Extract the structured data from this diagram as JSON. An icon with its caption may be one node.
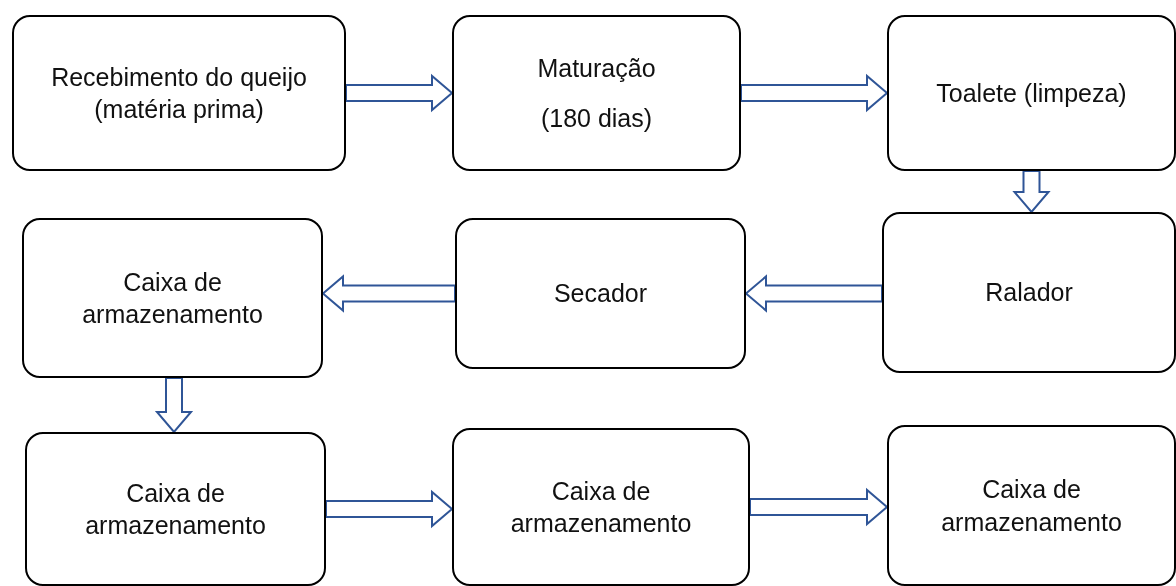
{
  "diagram": {
    "nodes": [
      {
        "text": [
          "Recebimento do queijo (matéria prima)"
        ]
      },
      {
        "text": [
          "Maturação",
          "(180 dias)"
        ]
      },
      {
        "text": [
          "Toalete (limpeza)"
        ]
      },
      {
        "text": [
          "Caixa de armazenamento"
        ]
      },
      {
        "text": [
          "Secador"
        ]
      },
      {
        "text": [
          "Ralador"
        ]
      },
      {
        "text": [
          "Caixa de armazenamento"
        ]
      },
      {
        "text": [
          "Caixa de armazenamento"
        ]
      },
      {
        "text": [
          "Caixa de armazenamento"
        ]
      }
    ],
    "edges": [
      {
        "from": 0,
        "to": 1,
        "arrow": "to"
      },
      {
        "from": 1,
        "to": 2,
        "arrow": "to"
      },
      {
        "from": 2,
        "to": 5,
        "arrow": "to"
      },
      {
        "from": 5,
        "to": 4,
        "arrow": "to"
      },
      {
        "from": 4,
        "to": 3,
        "arrow": "to"
      },
      {
        "from": 3,
        "to": 6,
        "arrow": "to"
      },
      {
        "from": 6,
        "to": 7,
        "arrow": "to"
      },
      {
        "from": 7,
        "to": 8,
        "arrow": "to"
      }
    ]
  }
}
